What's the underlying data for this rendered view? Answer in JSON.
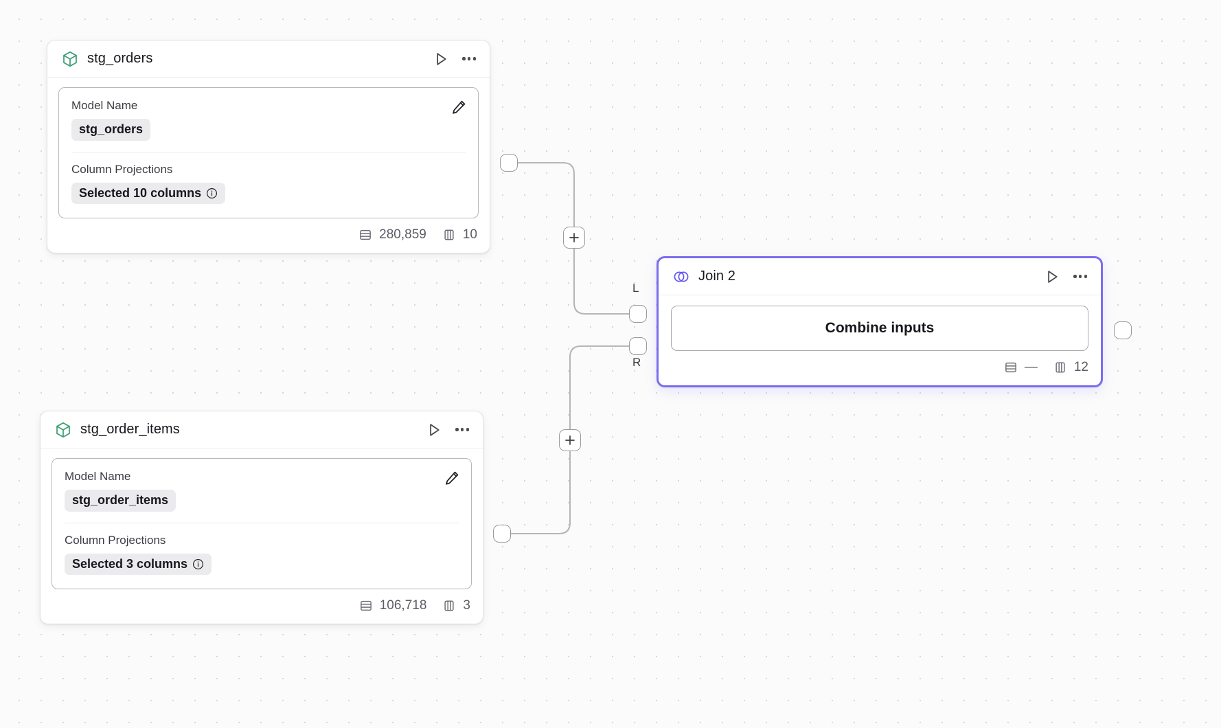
{
  "canvas": {
    "background_color": "#fbfbfb",
    "dot_color": "#d7d7da",
    "accent_color": "#7b6cf0",
    "model_icon_color": "#3b9f74"
  },
  "nodes": [
    {
      "id": "stg_orders",
      "icon": "cube-icon",
      "title": "stg_orders",
      "actions": {
        "run_label": "run-icon",
        "more_label": "more-icon"
      },
      "fields": [
        {
          "label": "Model Name",
          "value": "stg_orders",
          "has_info": false
        },
        {
          "label": "Column Projections",
          "value": "Selected 10 columns",
          "has_info": true
        }
      ],
      "footer": {
        "rows": "280,859",
        "columns": "10"
      }
    },
    {
      "id": "stg_order_items",
      "icon": "cube-icon",
      "title": "stg_order_items",
      "actions": {
        "run_label": "run-icon",
        "more_label": "more-icon"
      },
      "fields": [
        {
          "label": "Model Name",
          "value": "stg_order_items",
          "has_info": false
        },
        {
          "label": "Column Projections",
          "value": "Selected 3 columns",
          "has_info": true
        }
      ],
      "footer": {
        "rows": "106,718",
        "columns": "3"
      }
    }
  ],
  "join_node": {
    "id": "join-2",
    "icon": "join-venn-icon",
    "title": "Join 2",
    "selected": true,
    "button_label": "Combine inputs",
    "input_ports": [
      {
        "key": "left",
        "label": "L"
      },
      {
        "key": "right",
        "label": "R"
      }
    ],
    "footer": {
      "rows": "—",
      "columns": "12"
    }
  },
  "edge_buttons": [
    {
      "id": "add-node-top",
      "label": "+"
    },
    {
      "id": "add-node-bottom",
      "label": "+"
    }
  ]
}
